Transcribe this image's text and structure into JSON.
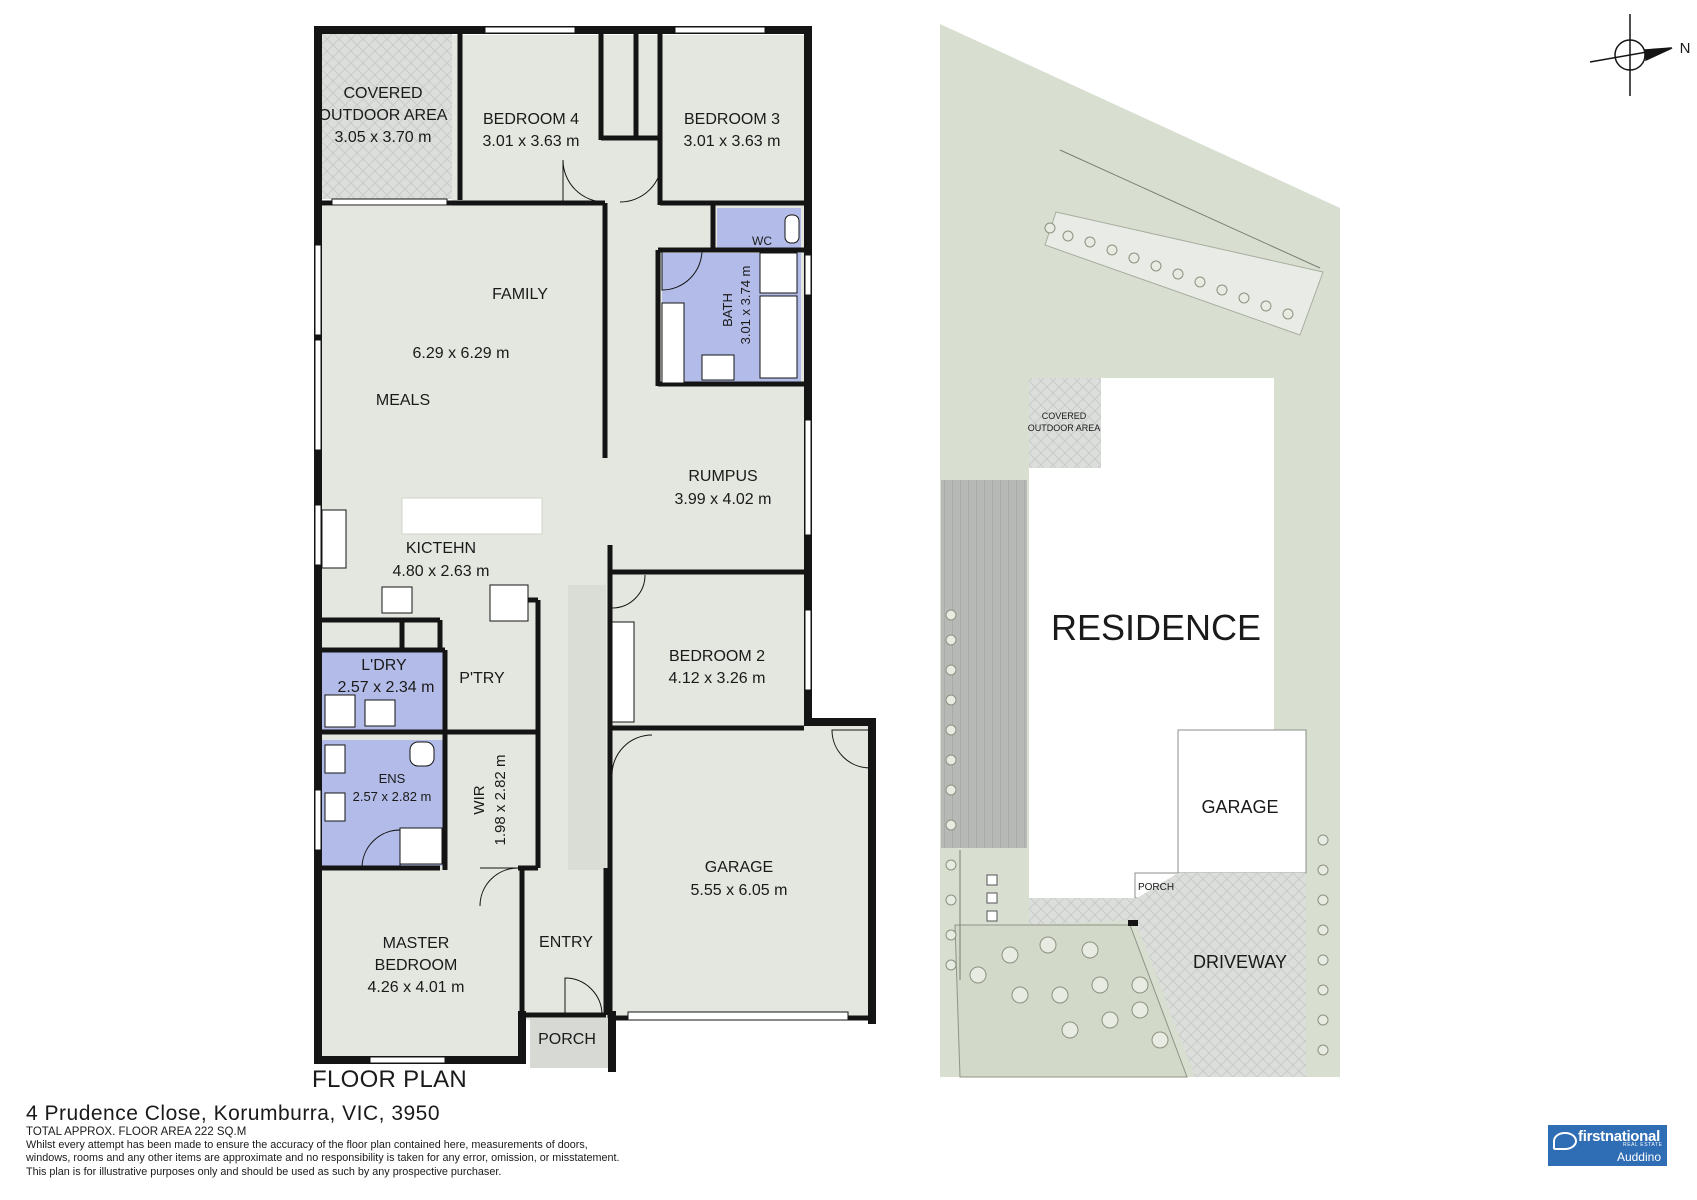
{
  "rooms": {
    "covered_outdoor": {
      "line1": "COVERED",
      "line2": "OUTDOOR AREA",
      "dims": "3.05 x 3.70 m"
    },
    "bedroom4": {
      "name": "BEDROOM 4",
      "dims": "3.01 x 3.63 m"
    },
    "bedroom3": {
      "name": "BEDROOM 3",
      "dims": "3.01 x 3.63 m"
    },
    "wc": {
      "name": "WC"
    },
    "bath": {
      "name": "BATH",
      "dims": "3.01 x 3.74 m"
    },
    "family": {
      "name": "FAMILY",
      "dims": "6.29 x 6.29 m"
    },
    "meals": {
      "name": "MEALS"
    },
    "rumpus": {
      "name": "RUMPUS",
      "dims": "3.99 x 4.02 m"
    },
    "kitchen": {
      "name": "KICTEHN",
      "dims": "4.80 x 2.63 m"
    },
    "bedroom2": {
      "name": "BEDROOM 2",
      "dims": "4.12 x 3.26 m"
    },
    "laundry": {
      "name": "L'DRY",
      "dims": "2.57 x 2.34 m"
    },
    "pantry": {
      "name": "P'TRY"
    },
    "ensuite": {
      "name": "ENS",
      "dims": "2.57 x 2.82 m"
    },
    "wir": {
      "name": "WIR",
      "dims": "1.98 x 2.82 m"
    },
    "garage": {
      "name": "GARAGE",
      "dims": "5.55 x 6.05 m"
    },
    "master": {
      "line1": "MASTER",
      "line2": "BEDROOM",
      "dims": "4.26 x 4.01 m"
    },
    "entry": {
      "name": "ENTRY"
    },
    "porch": {
      "name": "PORCH"
    }
  },
  "site": {
    "residence": "RESIDENCE",
    "covered_line1": "COVERED",
    "covered_line2": "OUTDOOR AREA",
    "garage": "GARAGE",
    "porch": "PORCH",
    "driveway": "DRIVEWAY",
    "north": "N"
  },
  "plan_title": "FLOOR PLAN",
  "footer": {
    "address": "4 Prudence Close, Korumburra, VIC, 3950",
    "area": "TOTAL APPROX. FLOOR AREA 222 SQ.M",
    "disclaimer1": "Whilst every attempt has been made to ensure the accuracy of the floor plan contained here, measurements of doors,",
    "disclaimer2": "windows, rooms and any other items are approximate and no responsibility is taken for any error, omission, or misstatement.",
    "disclaimer3": "This plan is for illustrative purposes only and should be used as such by any prospective purchaser."
  },
  "logo": {
    "brand": "firstnational",
    "sub": "REAL ESTATE",
    "office": "Auddino"
  },
  "colors": {
    "floor": "#e3e7df",
    "wet": "#b3bce8",
    "wall": "#141414",
    "site": "#d8dfd0",
    "paving": "#dfe1df",
    "deck": "#b4b6b3"
  }
}
